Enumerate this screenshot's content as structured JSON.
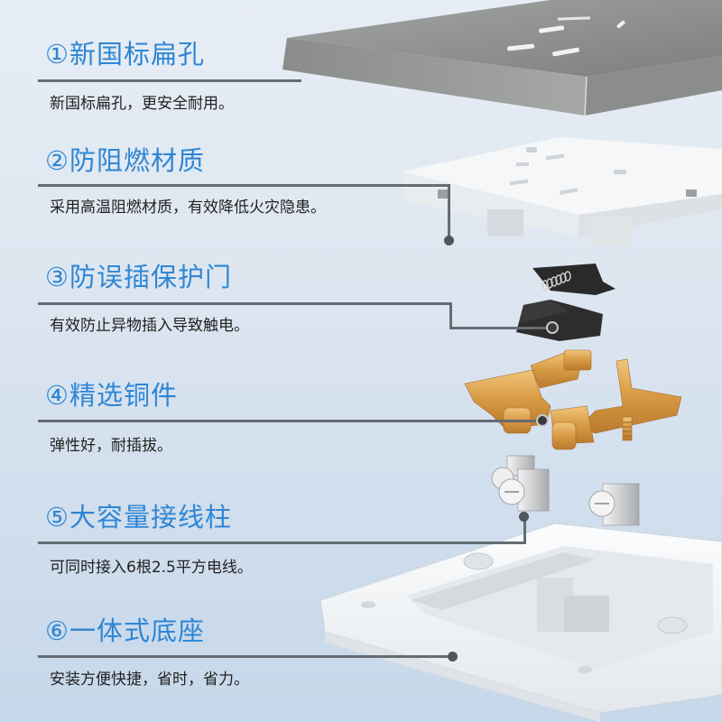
{
  "features": [
    {
      "number": "①",
      "title": "新国标扁孔",
      "description": "新国标扁孔，更安全耐用。"
    },
    {
      "number": "②",
      "title": "防阻燃材质",
      "description": "采用高温阻燃材质，有效降低火灾隐患。"
    },
    {
      "number": "③",
      "title": "防误插保护门",
      "description": "有效防止异物插入导致触电。"
    },
    {
      "number": "④",
      "title": "精选铜件",
      "description": "弹性好，耐插拔。"
    },
    {
      "number": "⑤",
      "title": "大容量接线柱",
      "description": "可同时接入6根2.5平方电线。"
    },
    {
      "number": "⑥",
      "title": "一体式底座",
      "description": "安装方便快捷，省时，省力。"
    }
  ],
  "colors": {
    "title_blue": "#2f86d4",
    "description_text": "#222222",
    "connector_line": "#646c74",
    "background_top": "#e7edf5",
    "background_bottom": "#c6d8ea",
    "panel_gray": "#8f9190",
    "copper": "#d9a04a"
  },
  "product_parts": [
    {
      "id": "gray-faceplate",
      "label": "panel"
    },
    {
      "id": "white-insert",
      "label": "flame-retardant body"
    },
    {
      "id": "shutter-doors",
      "label": "safety shutter"
    },
    {
      "id": "copper-contacts",
      "label": "copper parts"
    },
    {
      "id": "wire-terminals",
      "label": "terminals"
    },
    {
      "id": "base-frame",
      "label": "base"
    }
  ]
}
